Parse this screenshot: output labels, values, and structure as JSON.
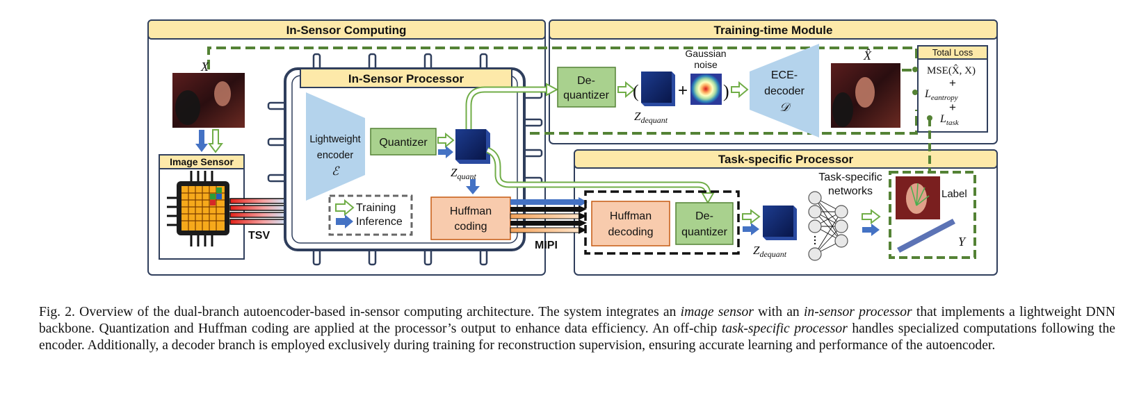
{
  "diagram": {
    "headers": {
      "in_sensor_computing": "In-Sensor Computing",
      "training_time_module": "Training-time Module",
      "in_sensor_processor": "In-Sensor Processor",
      "image_sensor": "Image Sensor",
      "task_specific_processor": "Task-specific Processor",
      "total_loss": "Total Loss"
    },
    "symbols": {
      "x": "X",
      "x_hat": "X̂",
      "y": "Y",
      "z_quant_main": "Z",
      "z_quant_sub": "quant",
      "z_dequant_main": "Z",
      "z_dequant_sub": "dequant",
      "encoder_symbol": "ℰ",
      "decoder_symbol": "𝒟"
    },
    "blocks": {
      "encoder": [
        "Lightweight",
        "encoder"
      ],
      "quantizer": "Quantizer",
      "huffman_coding": [
        "Huffman",
        "coding"
      ],
      "dequantizer": [
        "De-",
        "quantizer"
      ],
      "decoder": [
        "ECE-",
        "decoder"
      ],
      "huffman_decoding": [
        "Huffman",
        "decoding"
      ],
      "task_networks": [
        "Task-specific",
        "networks"
      ],
      "gaussian_noise": [
        "Gaussian",
        "noise"
      ]
    },
    "legend": {
      "training": "Training",
      "inference": "Inference"
    },
    "labels": {
      "tsv": "TSV",
      "mipi": "MIPI",
      "label": "Label"
    },
    "loss_terms": {
      "mse": "MSE(X̂, X)",
      "plus": "+",
      "l_entropy_main": "L",
      "l_entropy_sub": "eantropy",
      "l_task_main": "L",
      "l_task_sub": "task"
    },
    "math": {
      "open_paren": "(",
      "close_paren": ")",
      "plus": "+"
    },
    "colors": {
      "header_fill": "#fde9a9",
      "green_block": "#a9d18e",
      "orange_block": "#f8cbad",
      "encoder_blue": "#b4d3ec",
      "dark_navy": "#0b1f5c",
      "train_arrow": "#70ad47",
      "infer_arrow": "#4472c4",
      "dashed_green": "#548235",
      "outline": "#2f3e5c"
    }
  },
  "caption": {
    "prefix": "Fig. 2.  Overview of the dual-branch autoencoder-based in-sensor computing architecture. The system integrates an ",
    "em1": "image sensor",
    "mid1": " with an ",
    "em2": "in-sensor processor",
    "mid2": " that implements a lightweight DNN backbone. Quantization and Huffman coding are applied at the processor’s output to enhance data efficiency. An off-chip ",
    "em3": "task-specific processor",
    "suffix": " handles specialized computations following the encoder. Additionally, a decoder branch is employed exclusively during training for reconstruction supervision, ensuring accurate learning and performance of the autoencoder."
  }
}
